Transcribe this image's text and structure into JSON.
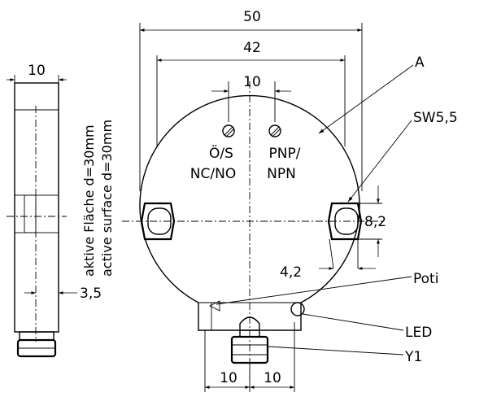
{
  "dimensions": {
    "overall_width": "50",
    "slot_spacing": "42",
    "trimmer_spacing": "10",
    "side_thickness": "10",
    "slot_height": "8,2",
    "slot_offset": "4,2",
    "face_offset": "3,5",
    "connector_left": "10",
    "connector_right": "10"
  },
  "labels": {
    "a": "A",
    "wrench": "SW5,5",
    "poti": "Poti",
    "led": "LED",
    "y1": "Y1",
    "switch_de": "Ö/S",
    "switch_en": "NC/NO",
    "output_top": "PNP/",
    "output_bottom": "NPN"
  },
  "active_surface": {
    "de": "aktive Fläche d=30mm",
    "en": "active surface d=30mm"
  }
}
